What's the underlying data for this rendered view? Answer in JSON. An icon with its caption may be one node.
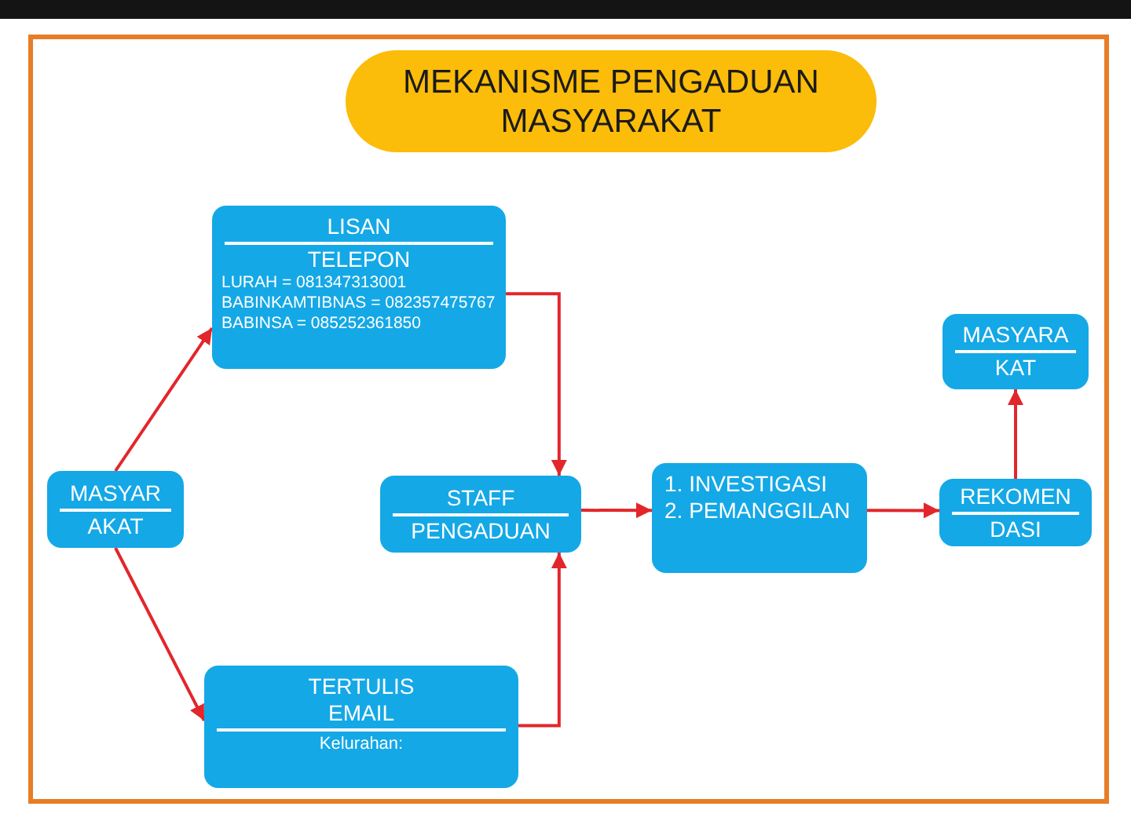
{
  "diagram": {
    "title": "MEKANISME PENGADUAN MASYARAKAT",
    "nodes": [
      {
        "text": [
          "MASYAR",
          "AKAT"
        ]
      },
      {
        "text": [
          "LISAN",
          "TELEPON",
          "LURAH = 081347313001",
          "BABINKAMTIBNAS = 082357475767",
          "BABINSA = 085252361850"
        ]
      },
      {
        "text": [
          "TERTULIS",
          "EMAIL",
          "Kelurahan:"
        ]
      },
      {
        "text": [
          "STAFF",
          "PENGADUAN"
        ]
      },
      {
        "text": [
          "1. INVESTIGASI",
          "2. PEMANGGILAN"
        ]
      },
      {
        "text": [
          "REKOMEN",
          "DASI"
        ]
      },
      {
        "text": [
          "MASYARA",
          "KAT"
        ]
      }
    ],
    "edges": [
      {
        "from": 0,
        "to": 1,
        "arrow": "to"
      },
      {
        "from": 0,
        "to": 2,
        "arrow": "to"
      },
      {
        "from": 1,
        "to": 3,
        "arrow": "to"
      },
      {
        "from": 2,
        "to": 3,
        "arrow": "to"
      },
      {
        "from": 3,
        "to": 4,
        "arrow": "to"
      },
      {
        "from": 4,
        "to": 5,
        "arrow": "to"
      },
      {
        "from": 5,
        "to": 6,
        "arrow": "to"
      }
    ]
  }
}
